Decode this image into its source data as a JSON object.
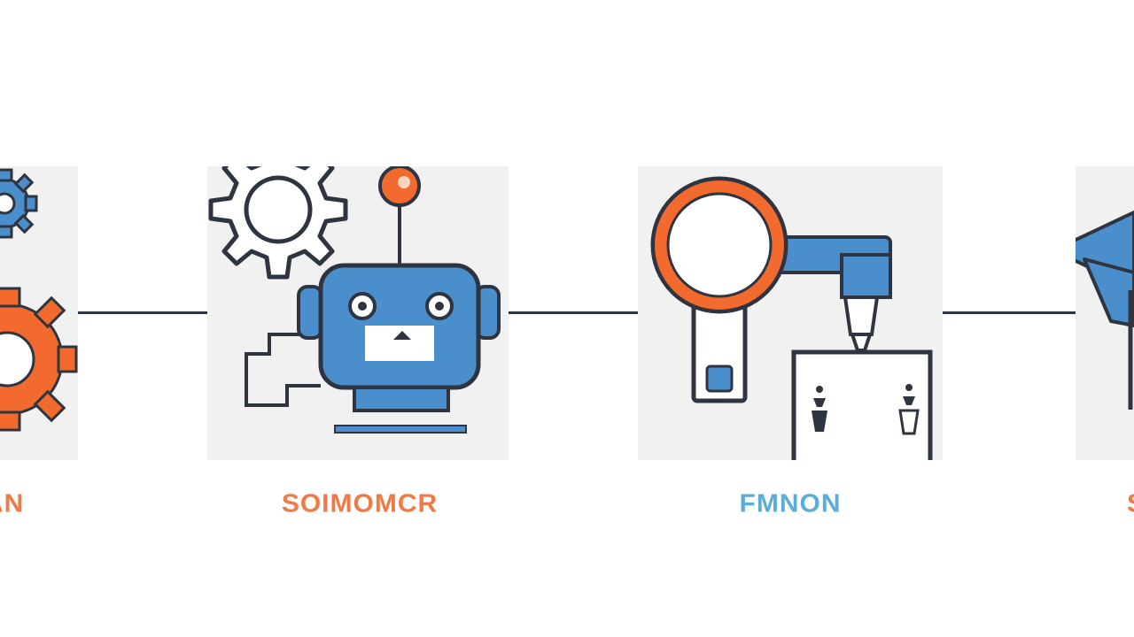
{
  "steps": [
    {
      "label": "IAN",
      "label_color": "#f07a45",
      "icon": "gears-icon"
    },
    {
      "label": "SOIMOMCR",
      "label_color": "#f07a45",
      "icon": "robot-icon"
    },
    {
      "label": "FMNON",
      "label_color": "#5aaed6",
      "icon": "microscope-icon"
    },
    {
      "label": "S",
      "label_color": "#f07a45",
      "icon": "graduation-cap-icon"
    }
  ],
  "colors": {
    "orange": "#f26a2e",
    "blue": "#4a8fcb",
    "outline": "#2f3540",
    "panel": "#f1f1f1",
    "connector": "#2f3540"
  }
}
